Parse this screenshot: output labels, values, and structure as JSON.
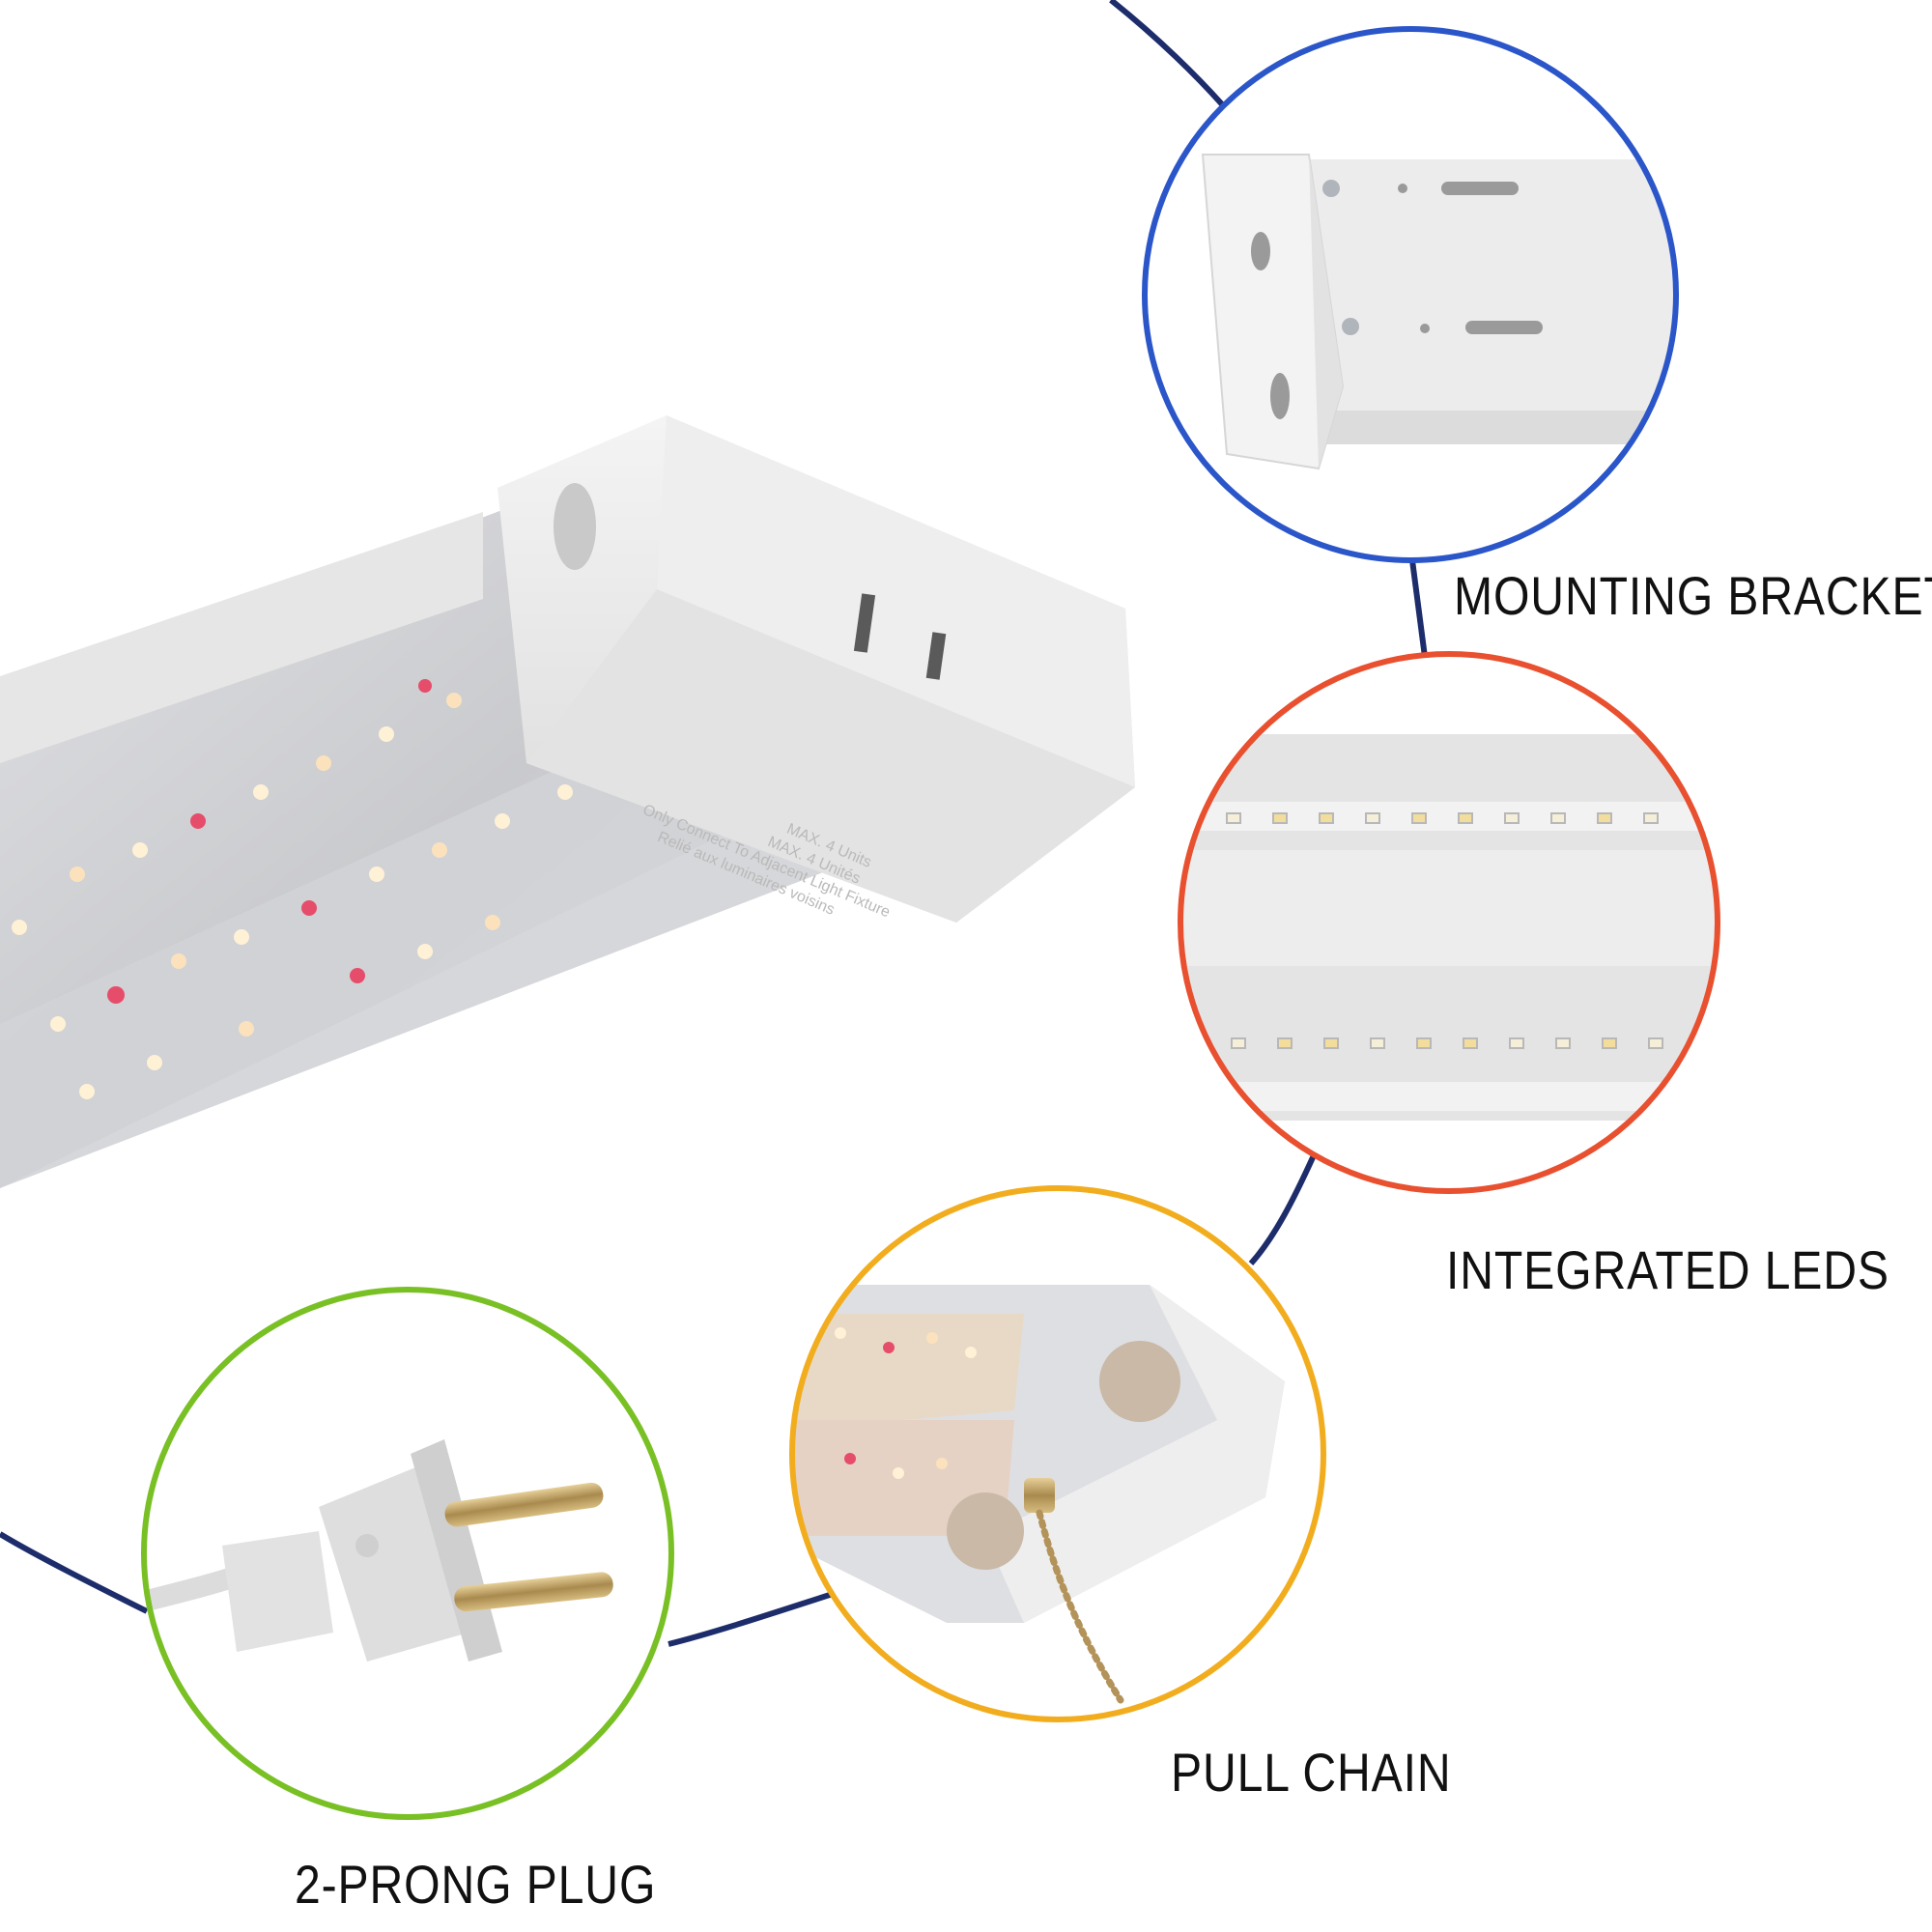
{
  "features": [
    {
      "label": "MOUNTING BRACKET"
    },
    {
      "label": "INTEGRATED LEDS"
    },
    {
      "label": "PULL CHAIN"
    },
    {
      "label": "2-PRONG PLUG"
    }
  ],
  "fixture_text": {
    "line1": "MAX. 4 Units",
    "line2": "MAX. 4 Unités",
    "line3": "Only Connect To Adjacent Light Fixture",
    "line4": "Relié aux luminaires voisins"
  },
  "colors": {
    "connector_line": "#1d2d6b",
    "mounting_ring": "#2b56c9",
    "leds_ring": "#e8502f",
    "pull_chain_ring": "#f2ad1f",
    "plug_ring": "#79c025"
  }
}
